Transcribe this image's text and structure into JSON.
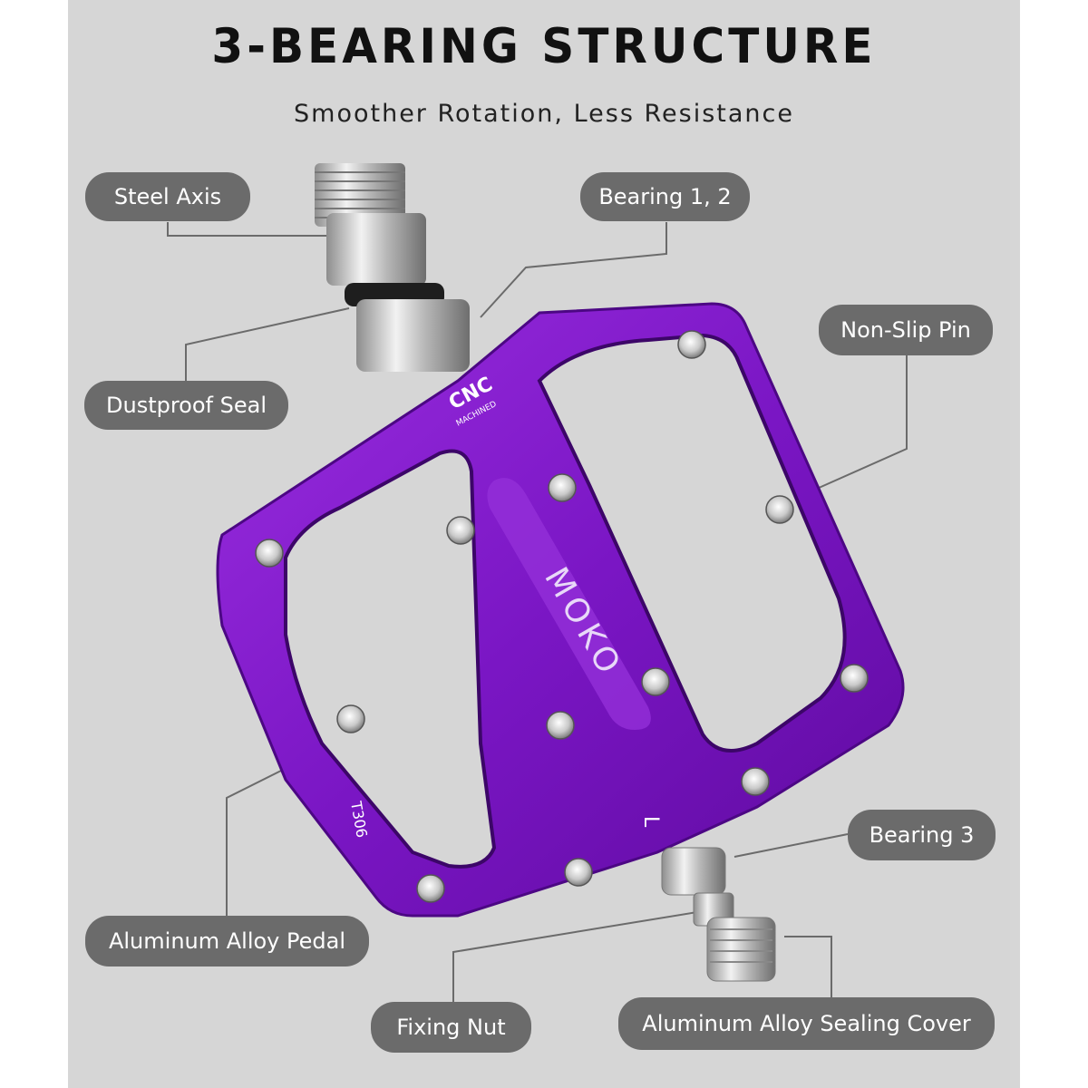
{
  "header": {
    "title": "3-BEARING STRUCTURE",
    "subtitle": "Smoother Rotation, Less Resistance"
  },
  "labels": {
    "steel_axis": "Steel Axis",
    "bearing_1_2": "Bearing 1, 2",
    "non_slip_pin": "Non-Slip Pin",
    "dustproof_seal": "Dustproof Seal",
    "bearing_3": "Bearing 3",
    "aluminum_alloy_pedal": "Aluminum Alloy Pedal",
    "fixing_nut": "Fixing Nut",
    "aluminum_alloy_sealing_cover": "Aluminum Alloy Sealing Cover"
  },
  "pedal_markings": {
    "cnc": "CNC",
    "machined": "MACHINED",
    "brand": "MOKO",
    "side": "L",
    "model": "T306"
  },
  "colors": {
    "background": "#d6d6d6",
    "tag": "#6b6b6b",
    "pedal": "#8a1fd0",
    "title": "#111111"
  }
}
